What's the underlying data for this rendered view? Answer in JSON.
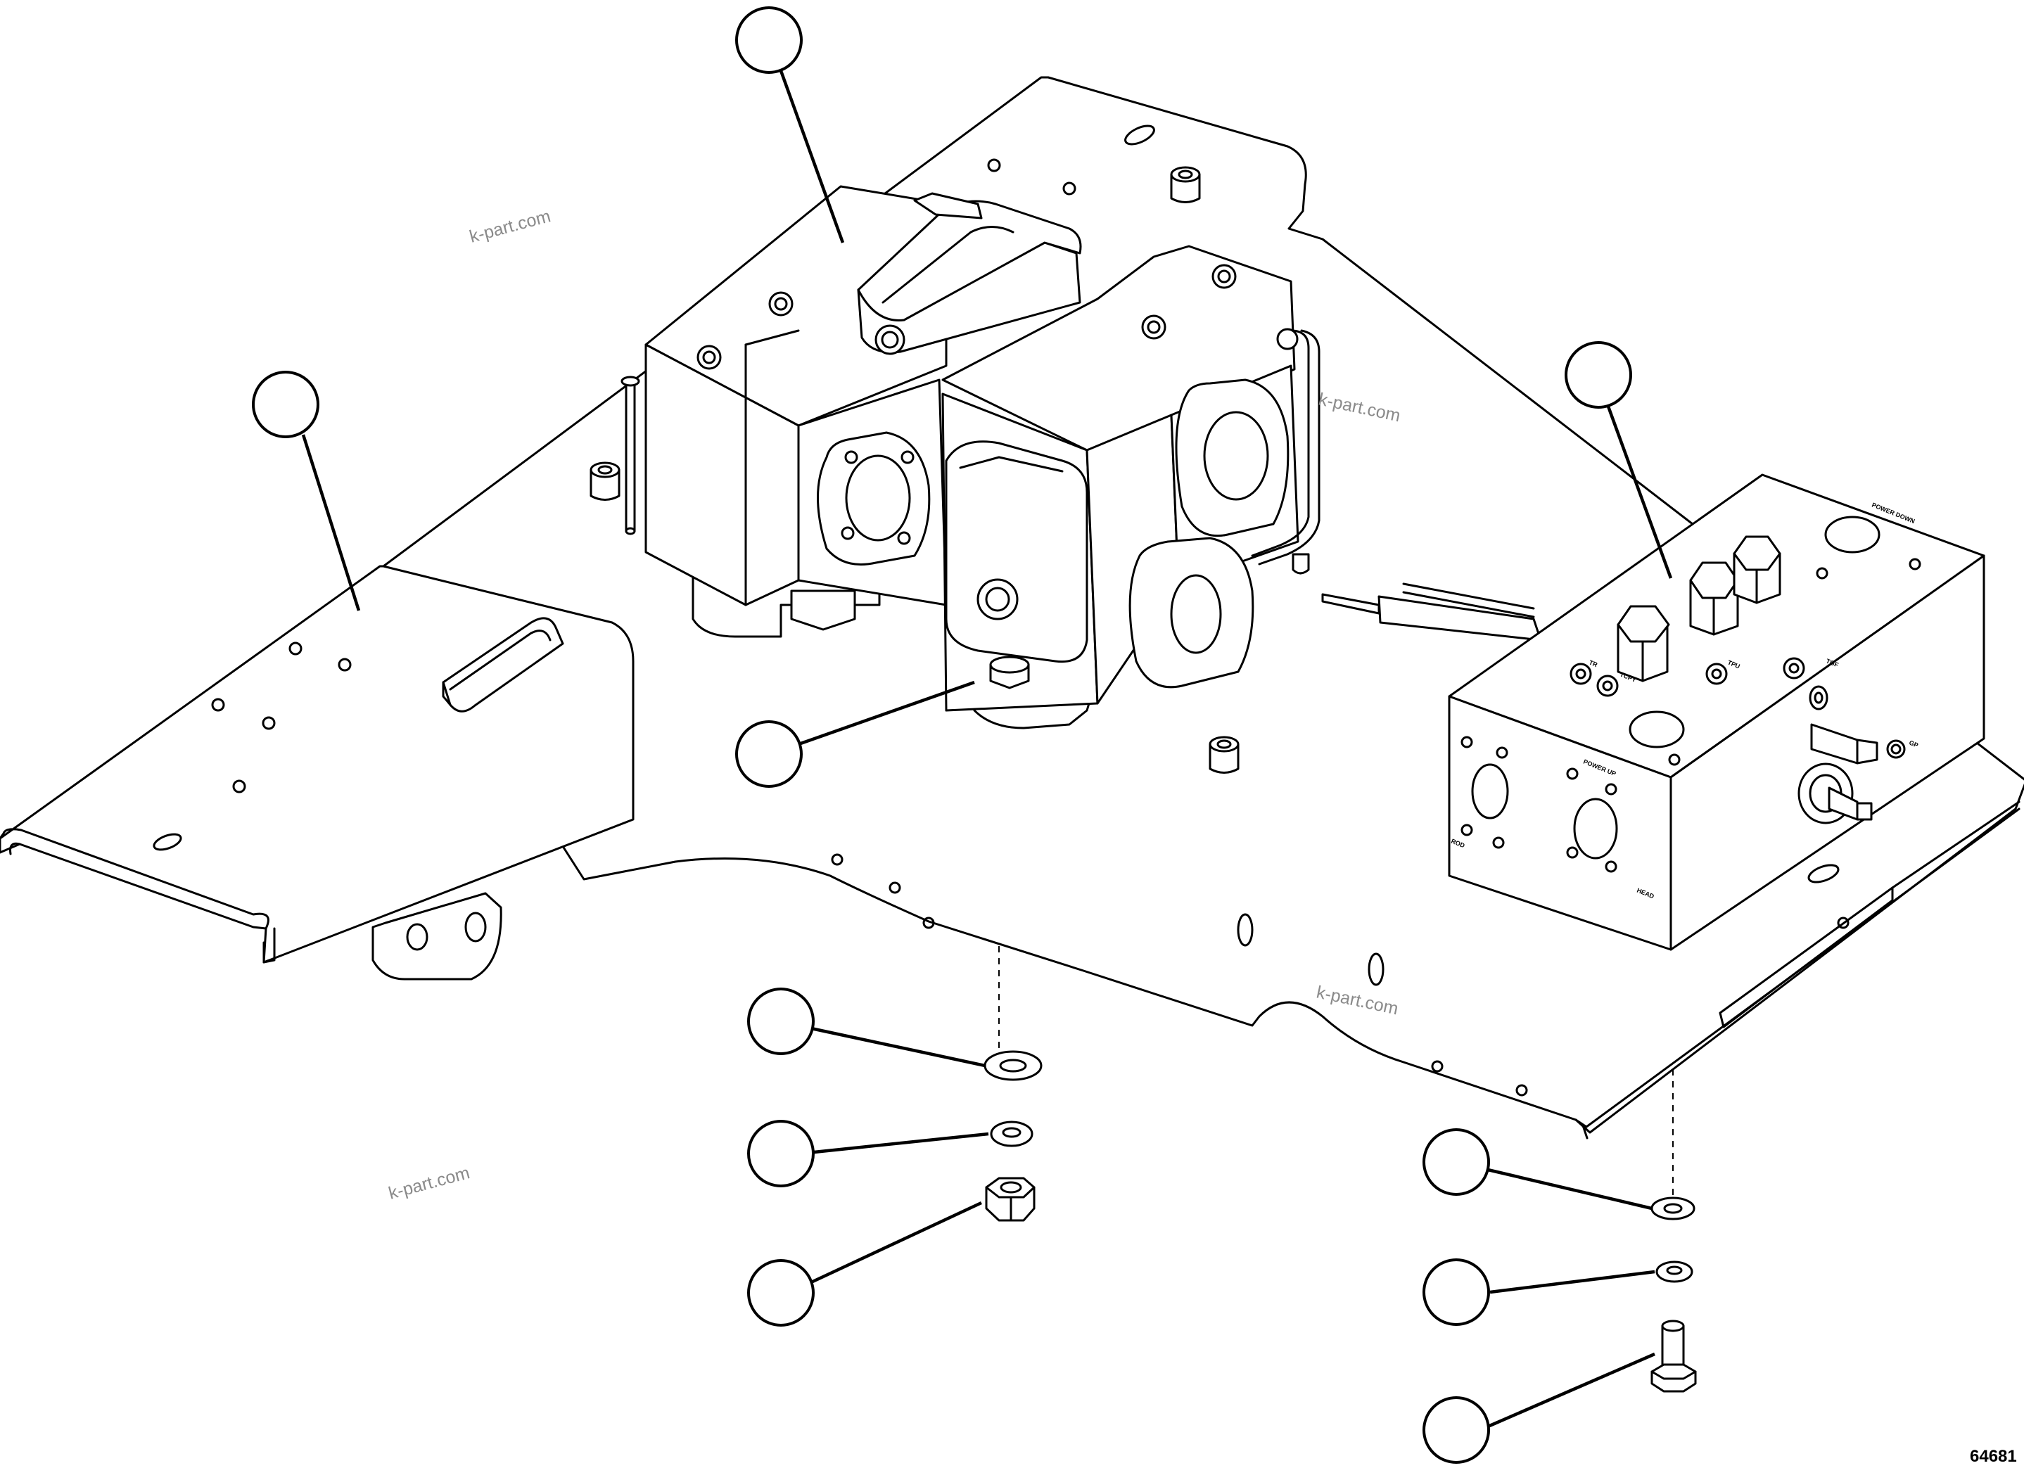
{
  "figure_number": "64681",
  "watermark": "k-part.com",
  "valve_engravings": {
    "power_down": "POWER DOWN",
    "power_up": "POWER UP",
    "rod": "ROD",
    "head": "HEAD",
    "tr": "TR",
    "tcpy": "TCPY",
    "tpu": "TPU",
    "tgf": "TGF",
    "gp": "GP"
  },
  "callouts": [
    {
      "id": "callout-valve-bank"
    },
    {
      "id": "callout-mounting-plate"
    },
    {
      "id": "callout-manifold-block"
    },
    {
      "id": "callout-hex-bolt-upper"
    },
    {
      "id": "callout-flat-washer-left"
    },
    {
      "id": "callout-lock-washer-left"
    },
    {
      "id": "callout-hex-nut"
    },
    {
      "id": "callout-flat-washer-right"
    },
    {
      "id": "callout-lock-washer-right"
    },
    {
      "id": "callout-hex-bolt-lower"
    }
  ]
}
